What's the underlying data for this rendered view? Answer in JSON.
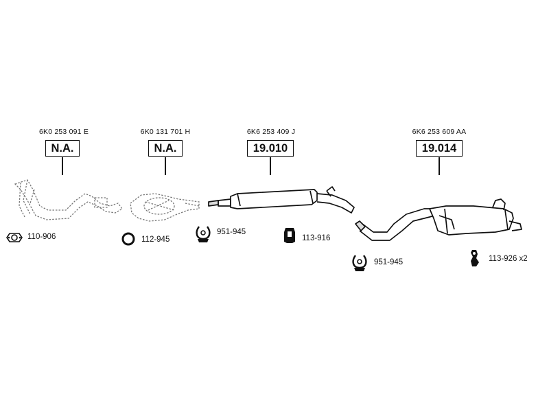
{
  "sections": [
    {
      "oe_number": "6K0 253 091 E",
      "ref": "N.A."
    },
    {
      "oe_number": "6K0 131 701 H",
      "ref": "N.A."
    },
    {
      "oe_number": "6K6 253 409 J",
      "ref": "19.010"
    },
    {
      "oe_number": "6K6 253 609 AA",
      "ref": "19.014"
    }
  ],
  "parts": [
    {
      "label": "110-906",
      "icon": "flange-gasket-icon"
    },
    {
      "label": "112-945",
      "icon": "ring-gasket-icon"
    },
    {
      "label": "951-945",
      "icon": "clamp-icon"
    },
    {
      "label": "113-916",
      "icon": "rubber-mount-icon"
    },
    {
      "label": "951-945",
      "icon": "clamp-icon"
    },
    {
      "label": "113-926 x2",
      "icon": "hanger-icon"
    }
  ]
}
